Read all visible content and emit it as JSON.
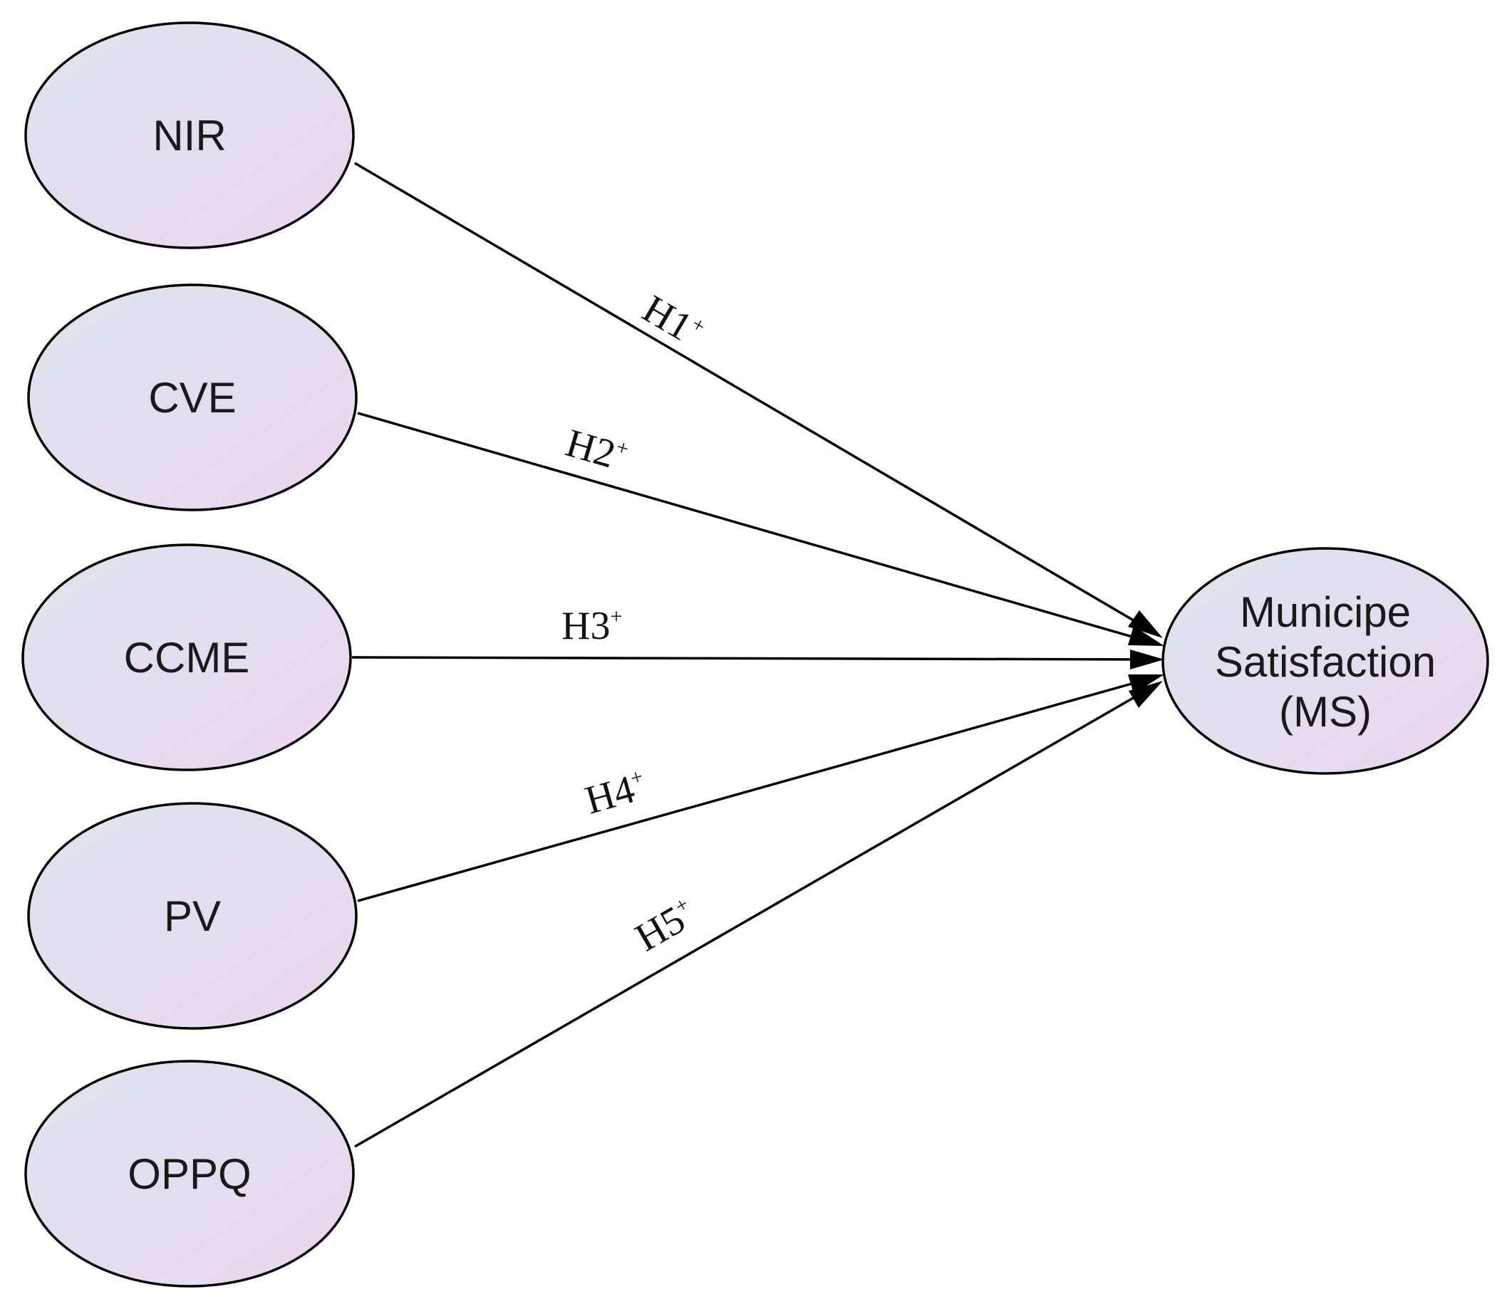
{
  "diagram": {
    "colors": {
      "node_fill_start": "#dde4ee",
      "node_fill_end": "#ecd6f0",
      "stroke": "#000000"
    },
    "source_nodes": [
      {
        "id": "nir",
        "label": "NIR"
      },
      {
        "id": "cve",
        "label": "CVE"
      },
      {
        "id": "ccme",
        "label": "CCME"
      },
      {
        "id": "pv",
        "label": "PV"
      },
      {
        "id": "oppq",
        "label": "OPPQ"
      }
    ],
    "target_node": {
      "id": "ms",
      "label_lines": [
        "Municipe",
        "Satisfaction",
        "(MS)"
      ]
    },
    "edges": [
      {
        "from": "nir",
        "to": "ms",
        "label": "H1",
        "sup": "+"
      },
      {
        "from": "cve",
        "to": "ms",
        "label": "H2",
        "sup": "+"
      },
      {
        "from": "ccme",
        "to": "ms",
        "label": "H3",
        "sup": "+"
      },
      {
        "from": "pv",
        "to": "ms",
        "label": "H4",
        "sup": "+"
      },
      {
        "from": "oppq",
        "to": "ms",
        "label": "H5",
        "sup": "+"
      }
    ]
  }
}
